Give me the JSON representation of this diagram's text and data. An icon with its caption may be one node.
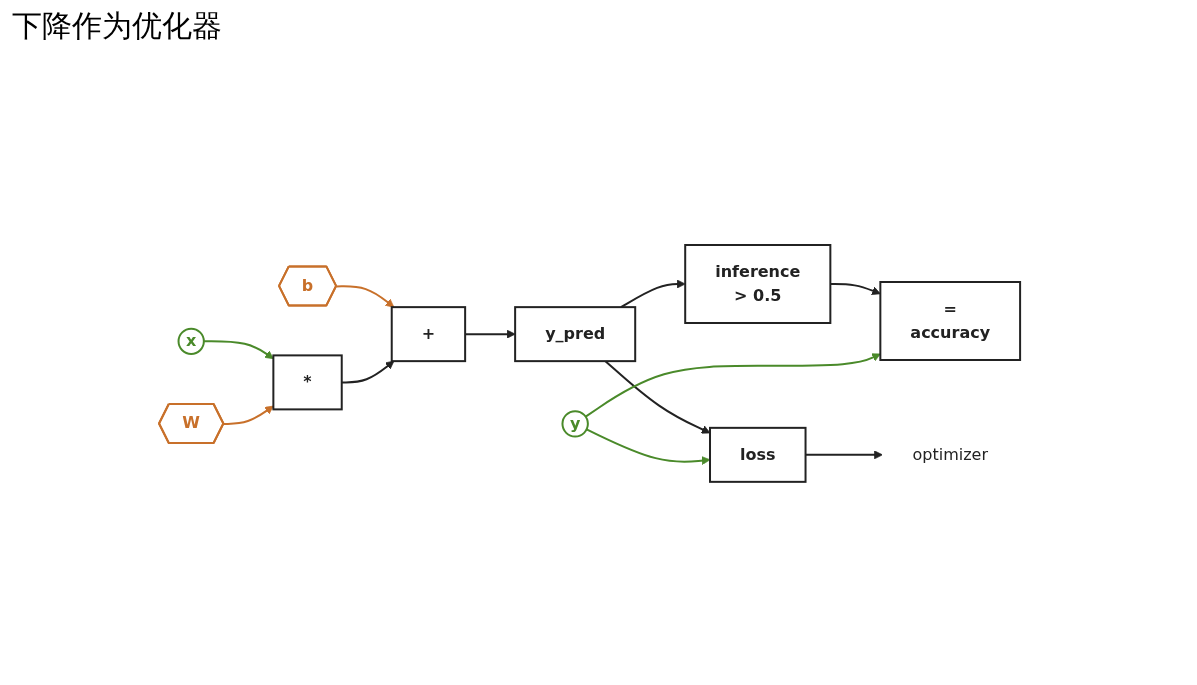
{
  "diagram": {
    "title": "下降作为优化器",
    "nodes": [
      {
        "text": [
          "x"
        ]
      },
      {
        "text": [
          "W"
        ]
      },
      {
        "text": [
          "b"
        ]
      },
      {
        "text": [
          "*"
        ]
      },
      {
        "text": [
          "+"
        ]
      },
      {
        "text": [
          "y_pred"
        ]
      },
      {
        "text": [
          "inference",
          "> 0.5"
        ]
      },
      {
        "text": [
          "loss"
        ]
      },
      {
        "text": [
          "optimizer"
        ]
      },
      {
        "text": [
          "y"
        ]
      },
      {
        "text": [
          "=",
          "accuracy"
        ]
      }
    ],
    "edges": [
      {
        "from": 0,
        "to": 3,
        "arrow": "to",
        "color": "#4a8a2a"
      },
      {
        "from": 1,
        "to": 3,
        "arrow": "to",
        "color": "#c8702a"
      },
      {
        "from": 2,
        "to": 4,
        "arrow": "to",
        "color": "#c8702a"
      },
      {
        "from": 3,
        "to": 4,
        "arrow": "to"
      },
      {
        "from": 4,
        "to": 5,
        "arrow": "to"
      },
      {
        "from": 5,
        "to": 6,
        "arrow": "to"
      },
      {
        "from": 5,
        "to": 7,
        "arrow": "to"
      },
      {
        "from": 7,
        "to": 8,
        "arrow": "to"
      },
      {
        "from": 6,
        "to": 10,
        "arrow": "to"
      },
      {
        "from": 9,
        "to": 7,
        "arrow": "to",
        "color": "#4a8a2a"
      },
      {
        "from": 9,
        "to": 10,
        "arrow": "to",
        "color": "#4a8a2a"
      }
    ]
  }
}
